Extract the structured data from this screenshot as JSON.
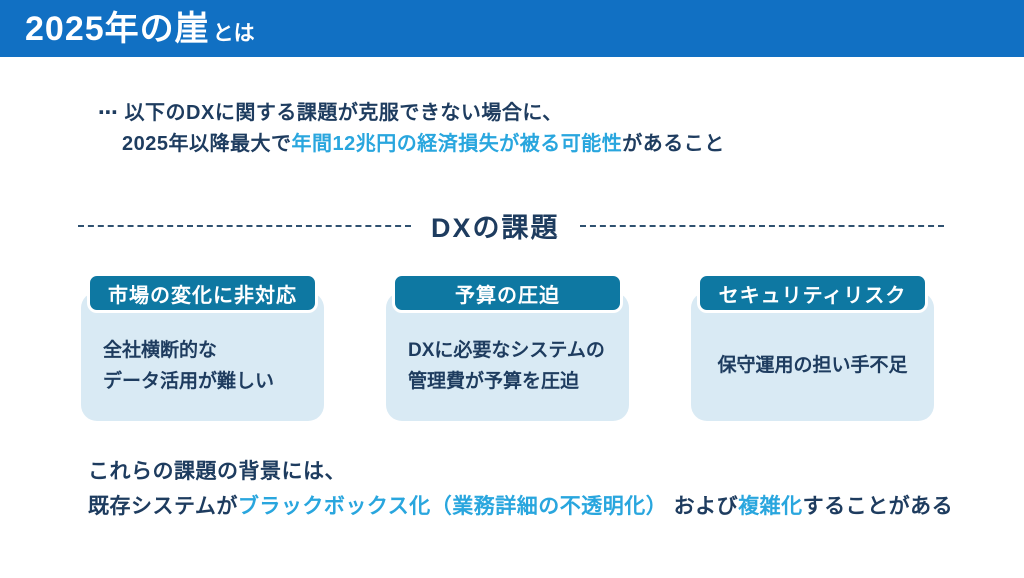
{
  "colors": {
    "title_bar_blue": "#1170C3",
    "text_navy": "#1E3C5F",
    "accent_light_blue": "#29A6DE",
    "card_header_teal": "#0E78A2",
    "card_body_light_blue": "#D9EAF4"
  },
  "title": {
    "main": "2025年の崖",
    "suffix": "とは"
  },
  "intro": {
    "line1": "⋯ 以下のDXに関する課題が克服できない場合に、",
    "line2_prefix": "2025年以降最大で",
    "line2_highlight": "年間12兆円の経済損失が被る可能性",
    "line2_suffix": "があること"
  },
  "section": {
    "heading": "DXの課題"
  },
  "cards": [
    {
      "header": "市場の変化に非対応",
      "body_line1": "全社横断的な",
      "body_line2": "データ活用が難しい"
    },
    {
      "header": "予算の圧迫",
      "body_line1": "DXに必要なシステムの",
      "body_line2": "管理費が予算を圧迫"
    },
    {
      "header": "セキュリティリスク",
      "body_line1": "保守運用の担い手不足",
      "body_line2": ""
    }
  ],
  "footer": {
    "line1": "これらの課題の背景には、",
    "line2_part1": "既存システムが",
    "line2_highlight1": "ブラックボックス化（業務詳細の不透明化）",
    "line2_part2": " および",
    "line2_highlight2": "複雑化",
    "line2_part3": "することがある"
  }
}
